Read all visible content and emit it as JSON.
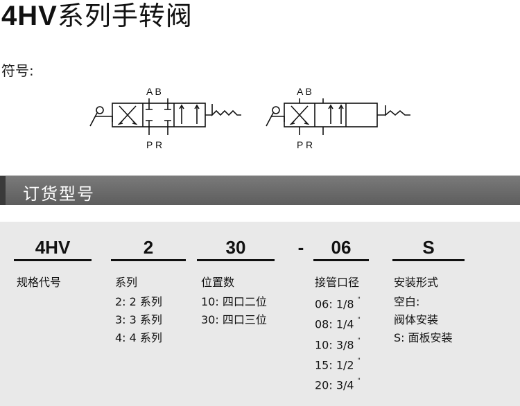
{
  "title": {
    "model": "4HV",
    "name": "系列手转阀"
  },
  "symbol_label": "符号:",
  "symbols": [
    {
      "port_top": "A B",
      "port_bottom": "P R"
    },
    {
      "port_top": "A B",
      "port_bottom": "P R"
    }
  ],
  "section": {
    "label": "订货型号"
  },
  "order": {
    "codes": [
      "4HV",
      "2",
      "30",
      "06",
      "S"
    ],
    "dash": "-",
    "columns": [
      {
        "head": "规格代号",
        "options": []
      },
      {
        "head": "系列",
        "options": [
          "2: 2 系列",
          "3: 3 系列",
          "4: 4 系列"
        ]
      },
      {
        "head": "位置数",
        "options": [
          "10: 四口二位",
          "30: 四口三位"
        ]
      },
      {
        "head": "接管口径",
        "options": [
          "06: 1/8",
          "08: 1/4",
          "10: 3/8",
          "15: 1/2",
          "20: 3/4"
        ],
        "unit_mark": "\""
      },
      {
        "head": "安装形式",
        "options": [
          "空白:",
          "阀体安装",
          "S: 面板安装"
        ]
      }
    ]
  }
}
